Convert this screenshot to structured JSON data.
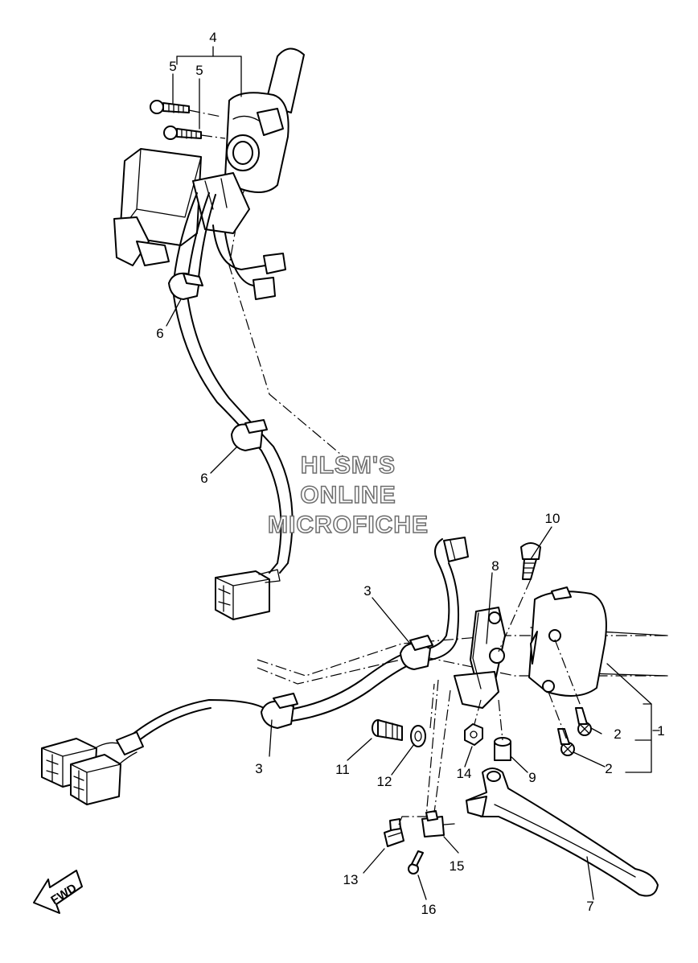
{
  "watermark": {
    "line1": "HLSM'S",
    "line2": "ONLINE",
    "line3": "MICROFICHE"
  },
  "direction_badge": "FWD",
  "callouts": {
    "c1": "1",
    "c2a": "2",
    "c2b": "2",
    "c3a": "3",
    "c3b": "3",
    "c4": "4",
    "c5a": "5",
    "c5b": "5",
    "c6a": "6",
    "c6b": "6",
    "c7": "7",
    "c8": "8",
    "c9": "9",
    "c10": "10",
    "c11": "11",
    "c12": "12",
    "c13": "13",
    "c14": "14",
    "c15": "15",
    "c16": "16"
  }
}
